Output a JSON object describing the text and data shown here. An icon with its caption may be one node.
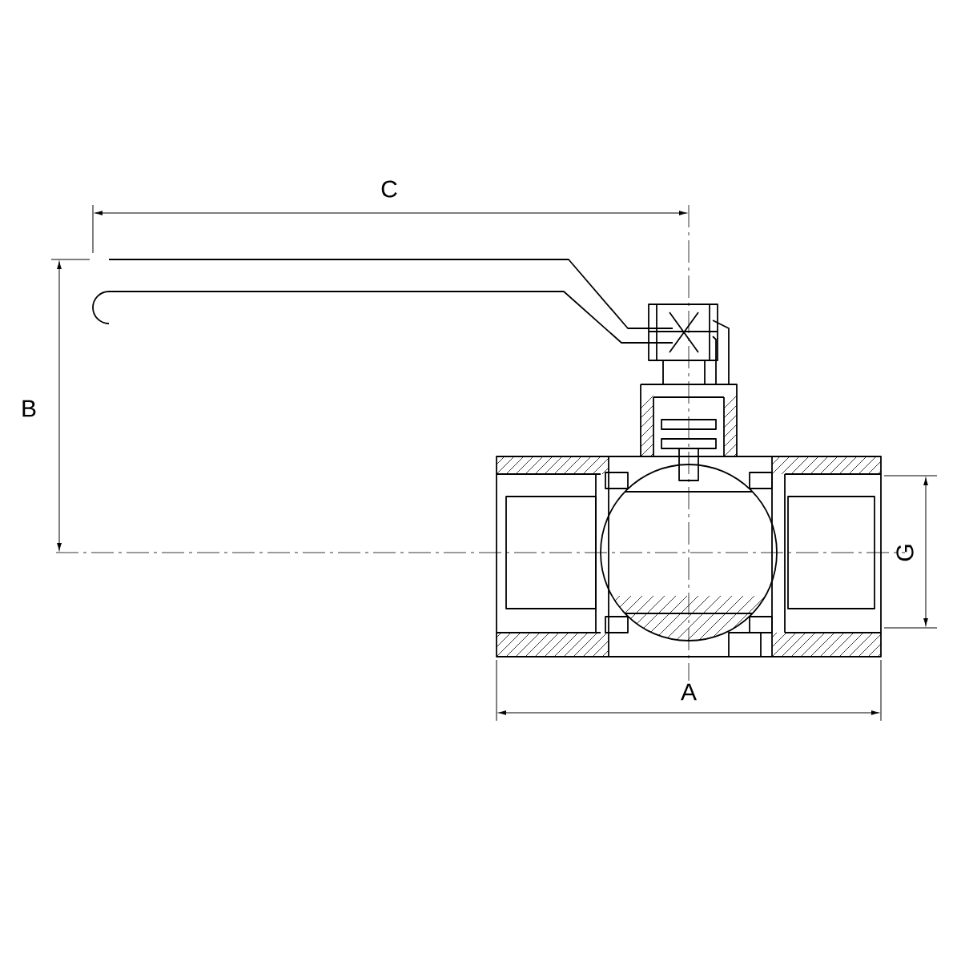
{
  "diagram": {
    "labels": [
      "C",
      "B",
      "G",
      "A"
    ]
  }
}
